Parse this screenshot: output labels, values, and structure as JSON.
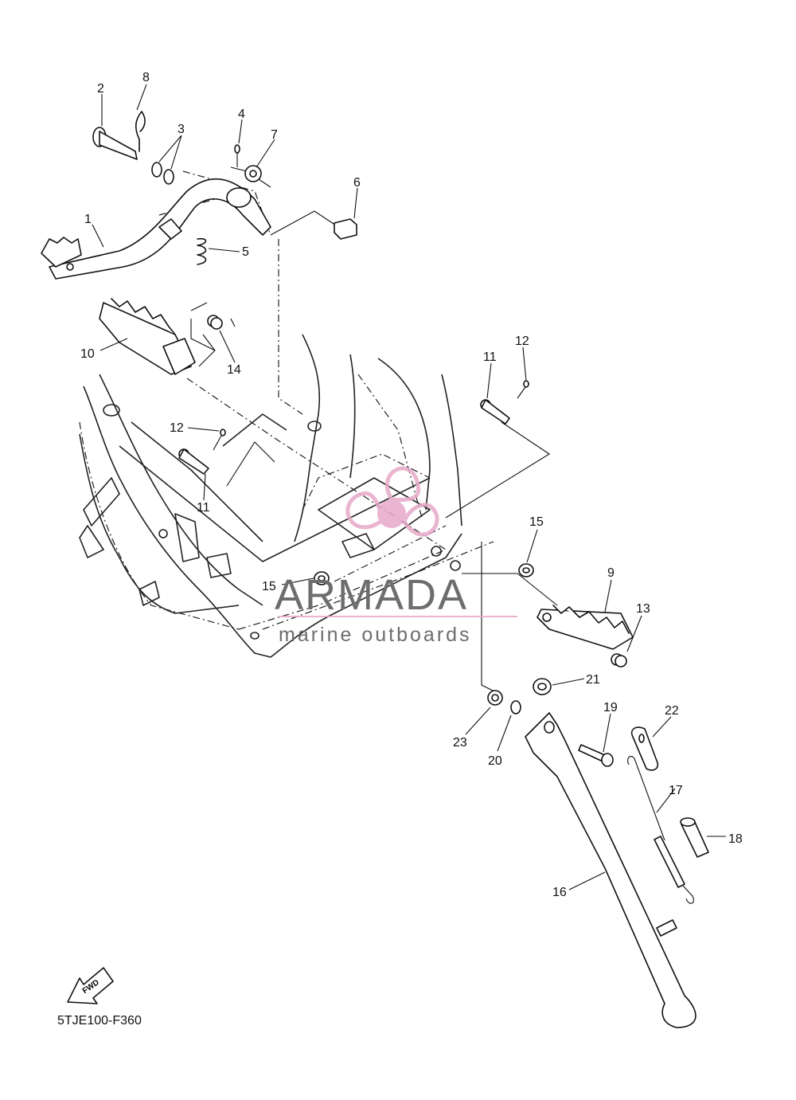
{
  "diagram": {
    "part_labels": [
      "1",
      "2",
      "3",
      "4",
      "5",
      "6",
      "7",
      "8",
      "9",
      "10",
      "11",
      "12",
      "13",
      "14",
      "15",
      "15",
      "16",
      "17",
      "18",
      "19",
      "20",
      "21",
      "22",
      "23",
      "11",
      "12"
    ],
    "diagram_code": "5TJE100-F360",
    "fwd_arrow_text": "FWD"
  },
  "watermark": {
    "brand": "ARMADA",
    "tagline": "marine outboards",
    "accent_color": "#e7a9c9",
    "text_color": "#6d6d6d"
  }
}
